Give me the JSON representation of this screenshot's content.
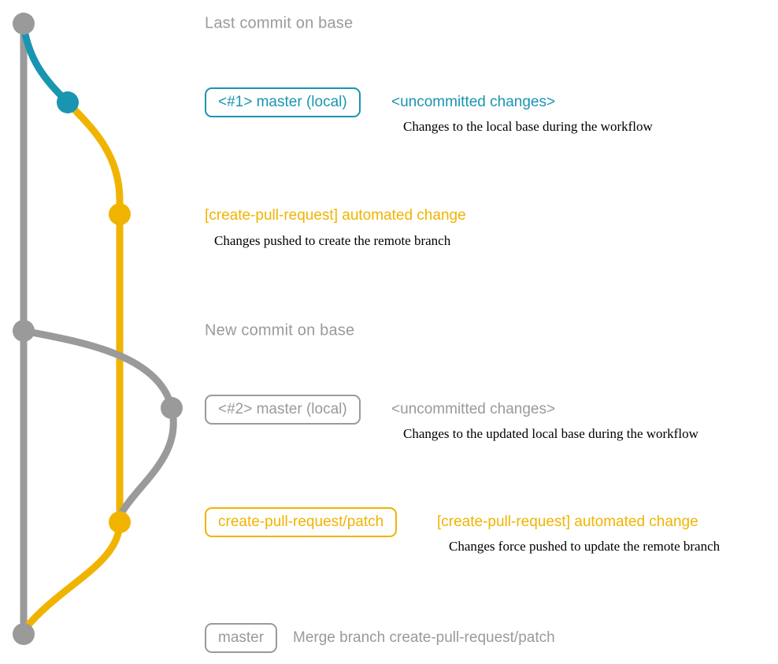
{
  "colors": {
    "gray": "#9a9a9a",
    "teal": "#1995b1",
    "yellow": "#f0b400",
    "desc_text": "#000000"
  },
  "graph": {
    "nodes": [
      {
        "id": "base-top",
        "color": "gray"
      },
      {
        "id": "local-1",
        "color": "teal"
      },
      {
        "id": "patch-1",
        "color": "yellow"
      },
      {
        "id": "base-new",
        "color": "gray"
      },
      {
        "id": "local-2",
        "color": "gray"
      },
      {
        "id": "patch-2",
        "color": "yellow"
      },
      {
        "id": "base-merge",
        "color": "gray"
      }
    ]
  },
  "rows": {
    "last_commit_title": "Last commit on base",
    "commit1_badge": "<#1> master (local)",
    "commit1_note": "<uncommitted changes>",
    "commit1_desc": "Changes to the local base during the workflow",
    "commit2_note": "[create-pull-request] automated change",
    "commit2_desc": "Changes pushed to create the remote branch",
    "new_commit_title": "New commit on base",
    "commit3_badge": "<#2> master (local)",
    "commit3_note": "<uncommitted changes>",
    "commit3_desc": "Changes to the updated local base during the workflow",
    "commit4_badge": "create-pull-request/patch",
    "commit4_note": "[create-pull-request] automated change",
    "commit4_desc": "Changes force pushed to update the remote branch",
    "merge_badge": "master",
    "merge_note": "Merge branch create-pull-request/patch"
  }
}
